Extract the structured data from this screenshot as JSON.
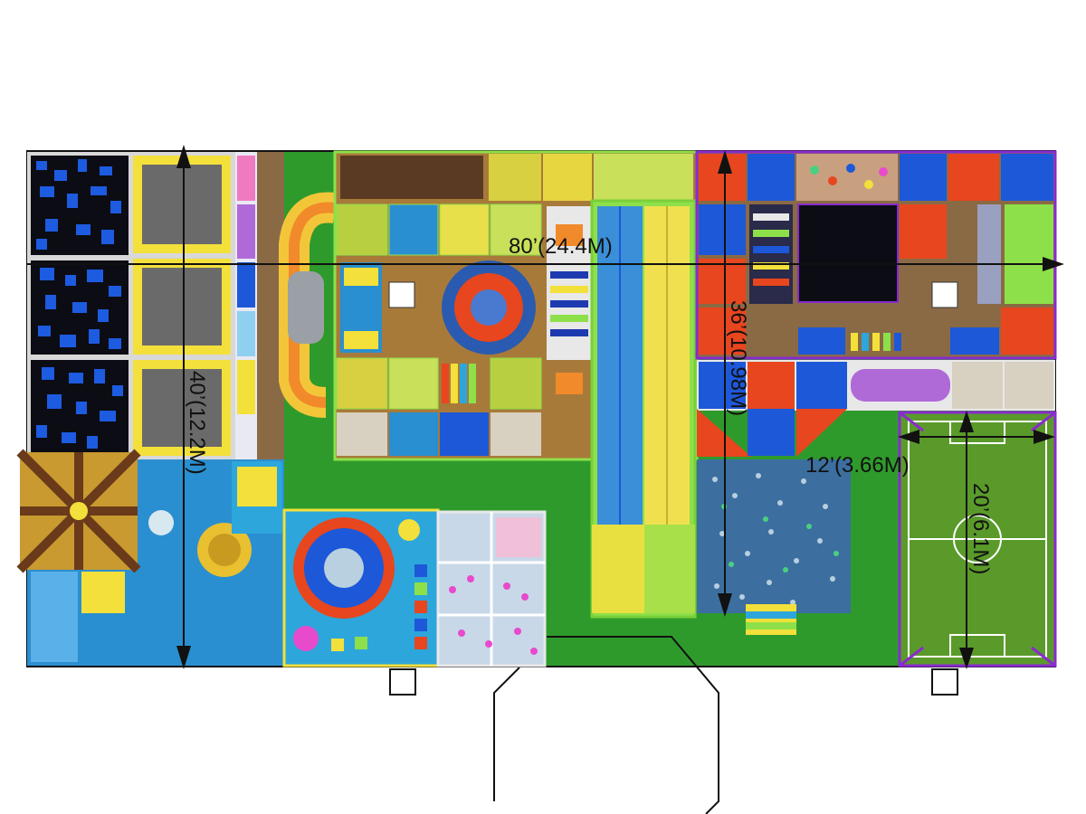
{
  "dimensions": {
    "overall_width": "80’(24.4M)",
    "overall_depth": "40’(12.2M)",
    "central_depth": "36’(10.98M)",
    "field_width": "12’(3.66M)",
    "field_depth": "20’(6.1M)"
  },
  "colors": {
    "floor_green": "#2f9a2c",
    "floor_blue": "#2a8fd0",
    "field_green": "#5a9a2a",
    "frame_green": "#8ee04a",
    "frame_purple": "#8a2ad0",
    "panel_blue": "#1d58d8",
    "panel_red": "#e8461e",
    "panel_yellow": "#f3e03a",
    "trampoline_black": "#0c0c14",
    "ball_pool": "#3c6fa0",
    "soft_play": "#2da6dc",
    "wood_floor": "#8a6a45",
    "dimension_line": "#111111"
  },
  "zones": [
    "trampoline-grid",
    "spiral-slide",
    "central-climbing-structure",
    "wave-slide-lanes",
    "ninja-course",
    "ball-pit",
    "soccer-field",
    "toddler-soft-play",
    "carousel-tent",
    "net-cube",
    "entrance"
  ]
}
